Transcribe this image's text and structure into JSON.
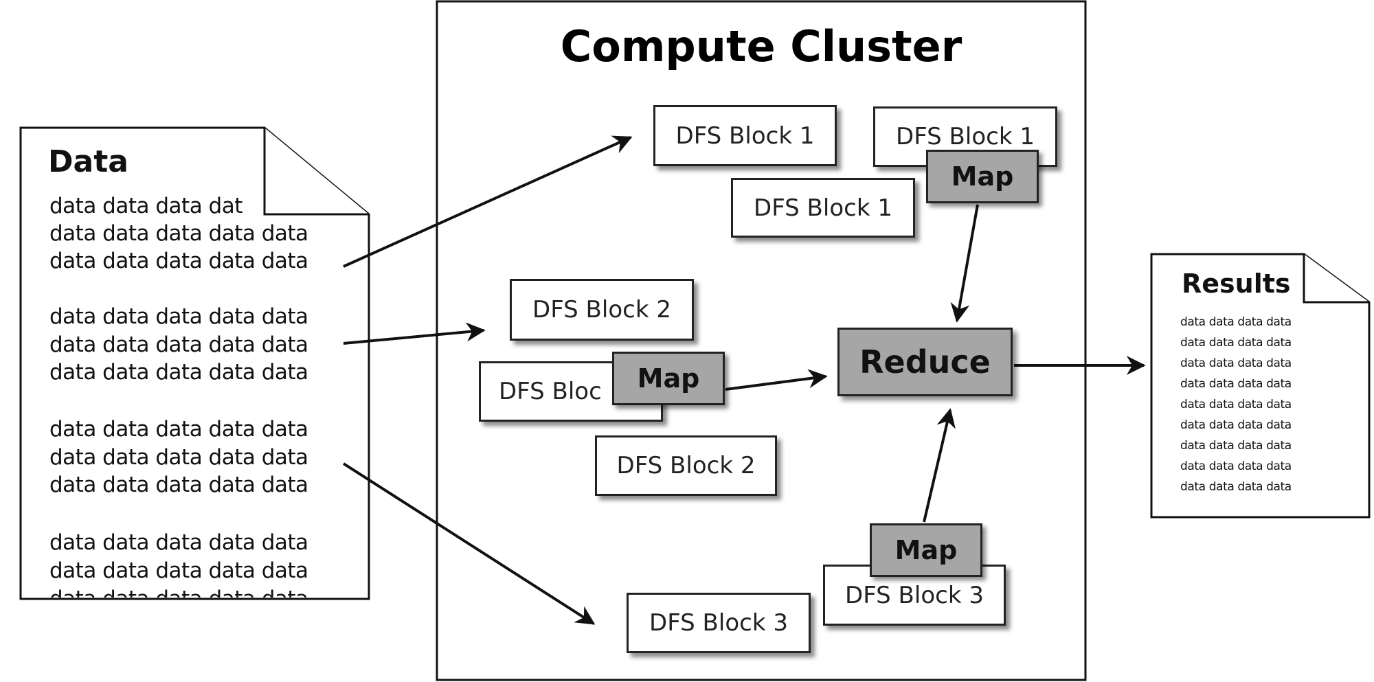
{
  "cluster": {
    "title": "Compute Cluster"
  },
  "data_doc": {
    "title": "Data",
    "line_first": "data data data dat",
    "line": "data data data data data"
  },
  "results_doc": {
    "title": "Results",
    "line": "data data data data"
  },
  "blocks": {
    "b1": "DFS Block 1",
    "b2": "DFS Block 2",
    "b2_partial": "DFS Bloc",
    "b3": "DFS Block 3"
  },
  "map_label": "Map",
  "reduce_label": "Reduce"
}
